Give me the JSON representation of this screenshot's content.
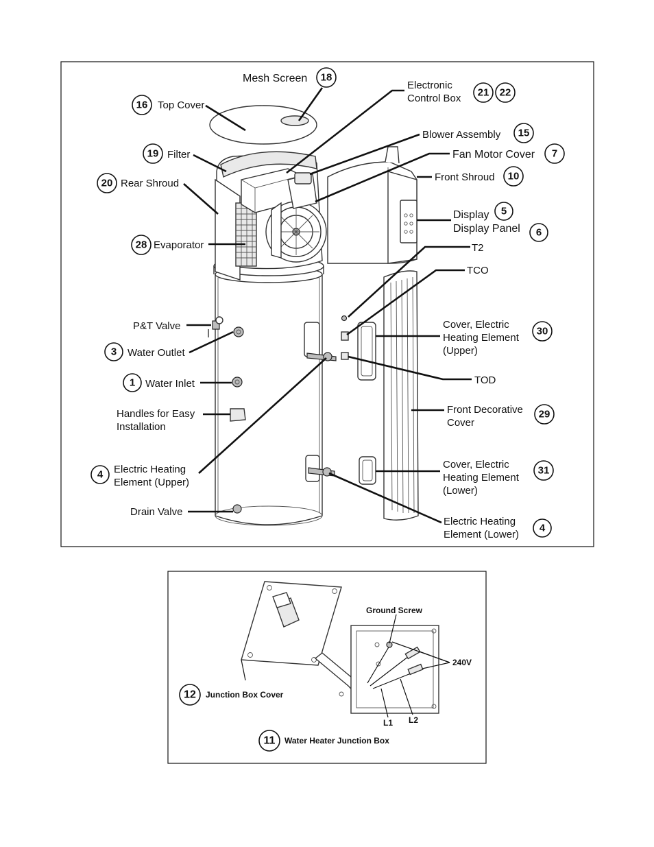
{
  "top_diagram": {
    "labels": {
      "mesh_screen": "Mesh Screen",
      "top_cover": "Top Cover",
      "electronic_control_box_1": "Electronic",
      "electronic_control_box_2": "Control Box",
      "blower_assembly": "Blower Assembly",
      "fan_motor_cover": "Fan Motor Cover",
      "front_shroud": "Front Shroud",
      "filter": "Filter",
      "rear_shroud": "Rear Shroud",
      "display": "Display",
      "display_panel": "Display Panel",
      "evaporator": "Evaporator",
      "t2": "T2",
      "tco": "TCO",
      "pt_valve": "P&T Valve",
      "water_outlet": "Water Outlet",
      "cover_upper_1": "Cover, Electric",
      "cover_upper_2": "Heating Element",
      "cover_upper_3": "(Upper)",
      "water_inlet": "Water Inlet",
      "tod": "TOD",
      "handles_1": "Handles for Easy",
      "handles_2": "Installation",
      "front_decorative_1": "Front Decorative",
      "front_decorative_2": "Cover",
      "heating_upper_1": "Electric Heating",
      "heating_upper_2": "Element (Upper)",
      "cover_lower_1": "Cover, Electric",
      "cover_lower_2": "Heating Element",
      "cover_lower_3": "(Lower)",
      "drain_valve": "Drain Valve",
      "heating_lower_1": "Electric Heating",
      "heating_lower_2": "Element (Lower)"
    },
    "numbers": {
      "mesh_screen": "18",
      "top_cover": "16",
      "control_box_a": "21",
      "control_box_b": "22",
      "blower_assembly": "15",
      "fan_motor_cover": "7",
      "front_shroud": "10",
      "filter": "19",
      "rear_shroud": "20",
      "display": "5",
      "display_panel": "6",
      "evaporator": "28",
      "water_outlet": "3",
      "cover_upper": "30",
      "water_inlet": "1",
      "front_decorative": "29",
      "heating_upper": "4",
      "cover_lower": "31",
      "heating_lower": "4"
    }
  },
  "bottom_diagram": {
    "labels": {
      "ground_screw": "Ground Screw",
      "voltage": "240V",
      "junction_box_cover": "Junction Box Cover",
      "l1": "L1",
      "l2": "L2",
      "water_heater_junction_box": "Water Heater Junction Box"
    },
    "numbers": {
      "junction_box_cover": "12",
      "water_heater_junction_box": "11"
    }
  }
}
